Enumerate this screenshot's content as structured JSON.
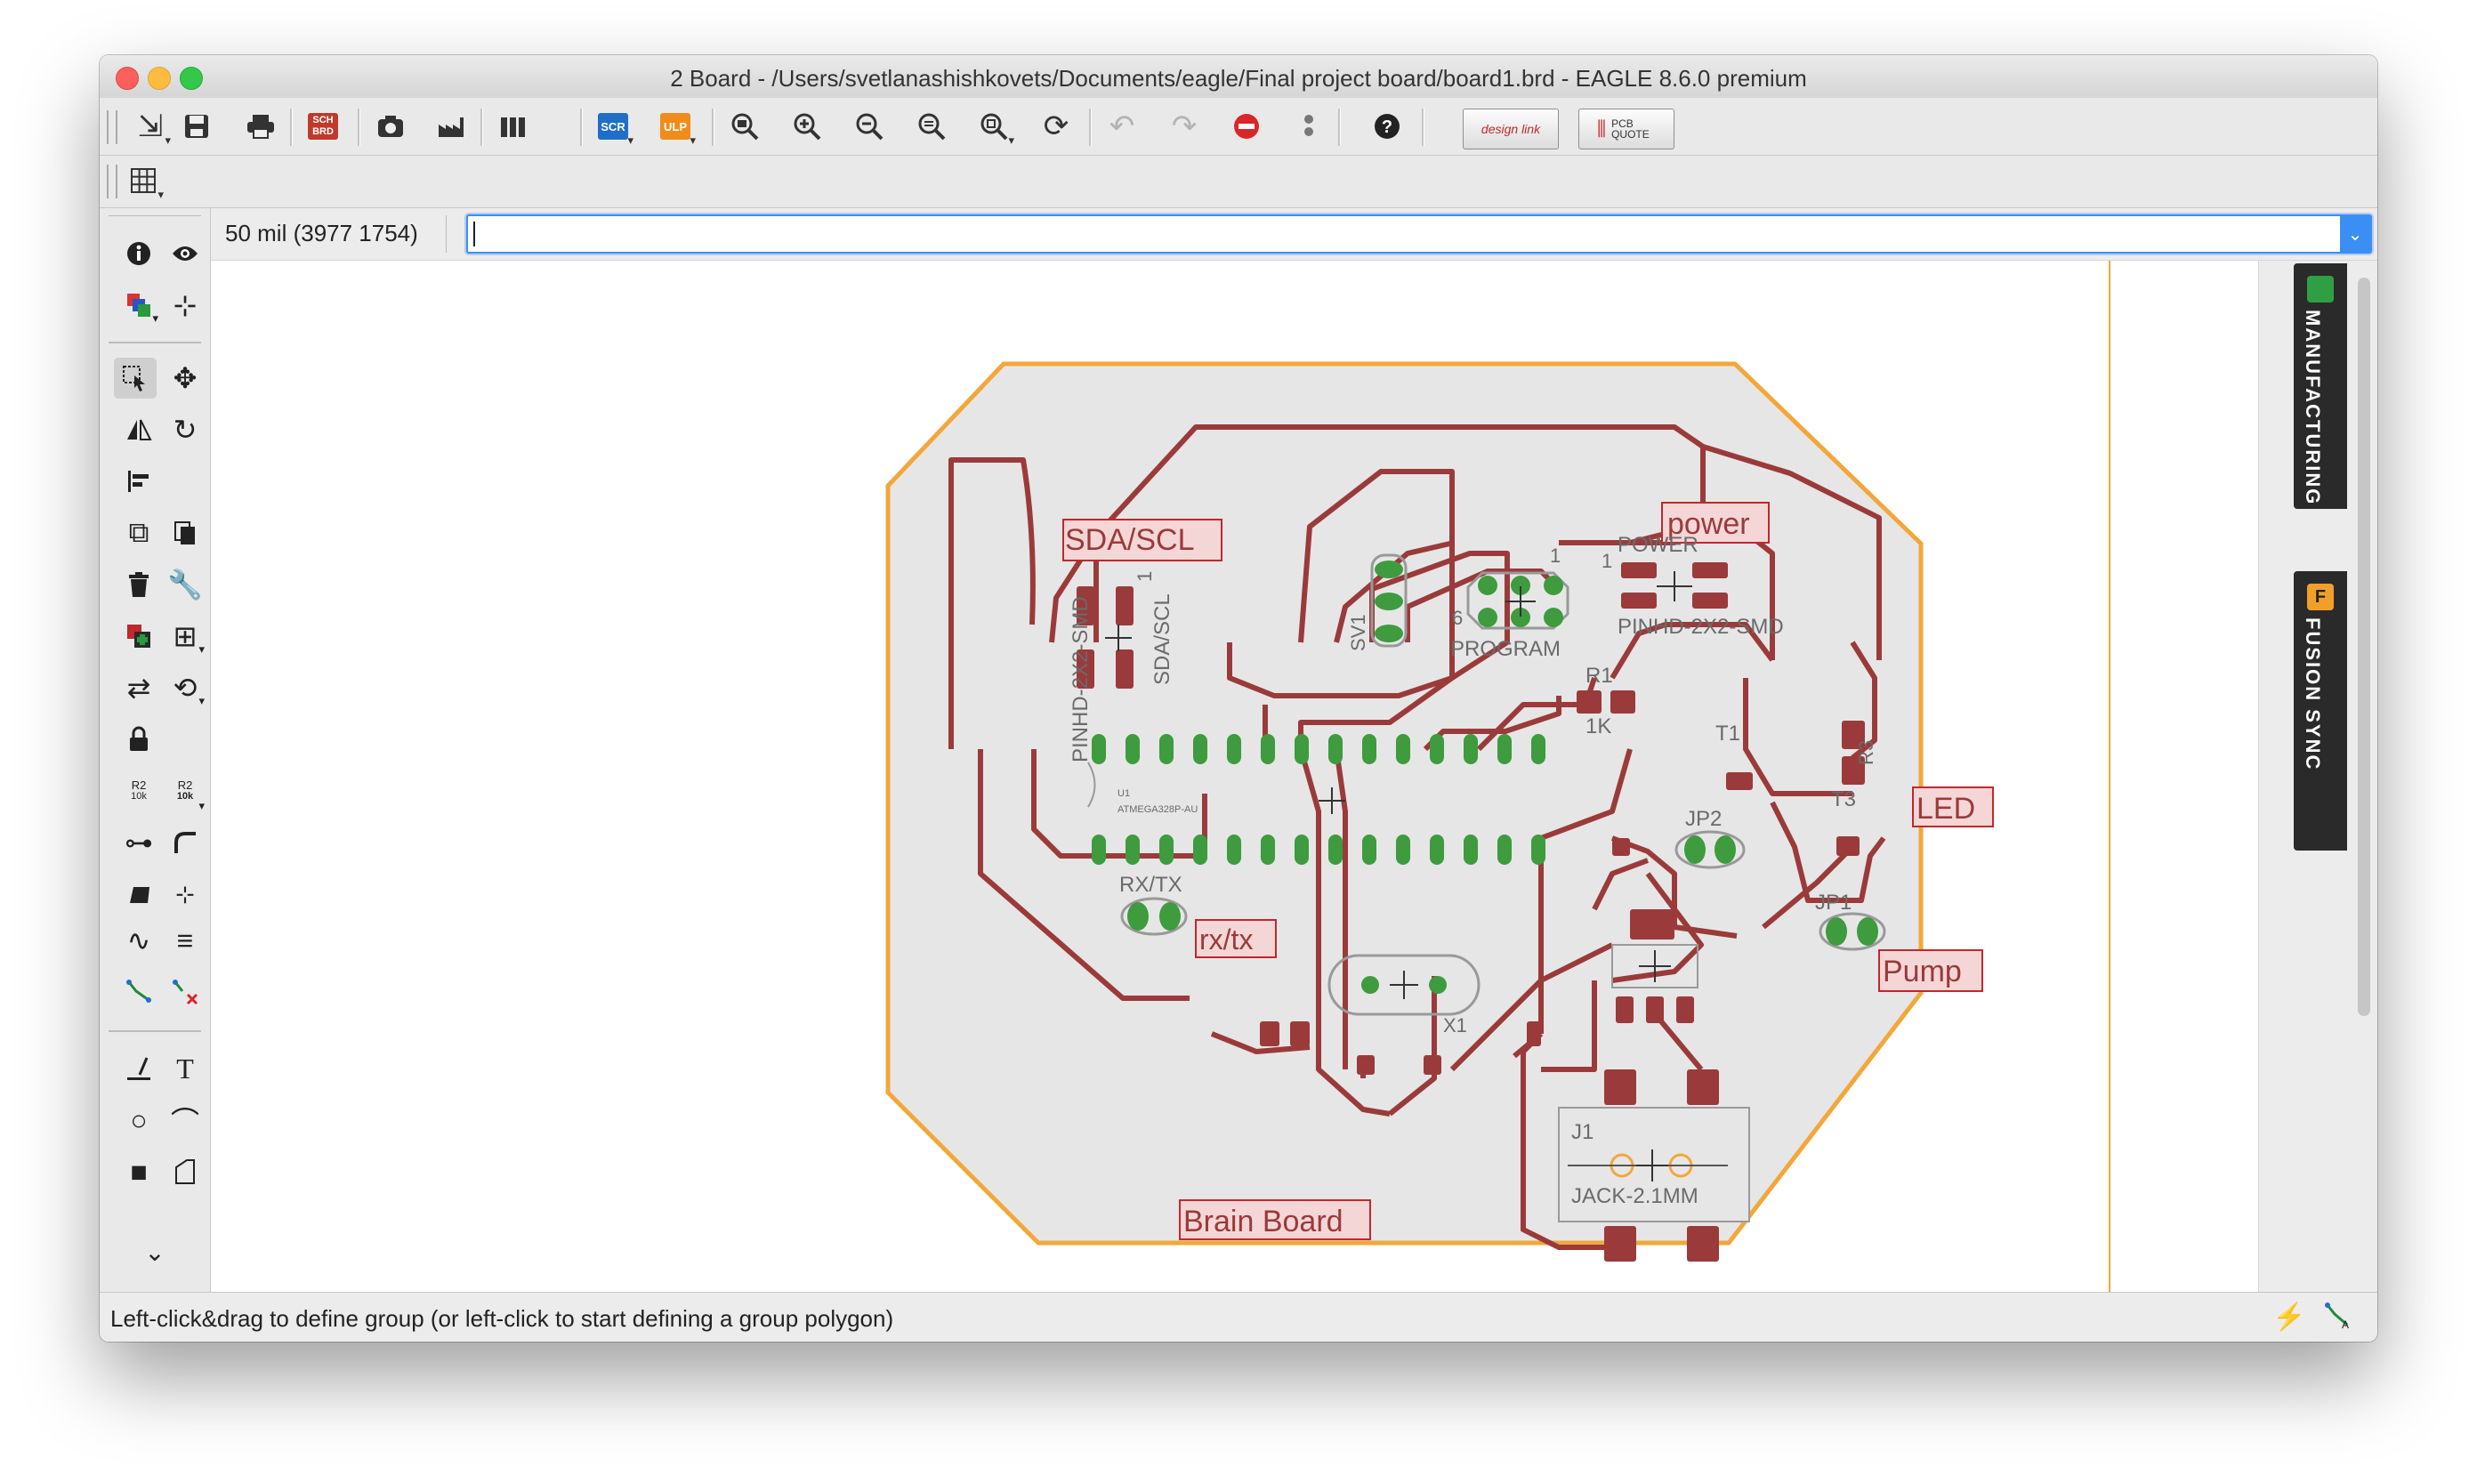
{
  "window": {
    "title": "2 Board - /Users/svetlanashishkovets/Documents/eagle/Final project board/board1.brd - EAGLE 8.6.0 premium"
  },
  "toolbar": {
    "items": [
      {
        "name": "open-icon"
      },
      {
        "name": "save-icon"
      },
      {
        "name": "print-icon"
      },
      {
        "name": "sch-brd-switch-icon",
        "label": "SCH\nBRD"
      },
      {
        "name": "cam-processor-icon"
      },
      {
        "name": "manufacturing-icon"
      },
      {
        "name": "layers-icon"
      },
      {
        "name": "script-icon",
        "label": "SCR"
      },
      {
        "name": "ulp-icon",
        "label": "ULP"
      },
      {
        "name": "zoom-fit-icon"
      },
      {
        "name": "zoom-in-icon"
      },
      {
        "name": "zoom-out-icon"
      },
      {
        "name": "zoom-previous-icon"
      },
      {
        "name": "zoom-select-icon"
      },
      {
        "name": "redraw-icon"
      },
      {
        "name": "undo-icon"
      },
      {
        "name": "redo-icon"
      },
      {
        "name": "stop-icon"
      },
      {
        "name": "go-icon"
      },
      {
        "name": "help-icon"
      }
    ],
    "design_link": "design link",
    "pcb_quote": "PCB QUOTE"
  },
  "command": {
    "coordinates": "50 mil (3977 1754)",
    "input_value": ""
  },
  "board": {
    "labels": {
      "sda_scl": "SDA/SCL",
      "power": "power",
      "power_small": "POWER",
      "pinhd_smd_right": "PINHD-2X2-SMD",
      "pinhd_smd_left": "PINHD-2X2-SMD",
      "sda_scl_vertical": "SDA/SCL",
      "sv1": "SV1",
      "program": "PROGRAM",
      "pin1_a": "1",
      "pin1_b": "1",
      "pin1_c": "1",
      "pin6": "6",
      "r1": "R1",
      "r1_value": "1K",
      "t1": "T1",
      "t3": "T3",
      "r3": "R3",
      "led": "LED",
      "jp2": "JP2",
      "jp1": "JP1",
      "pump": "Pump",
      "rx_tx": "RX/TX",
      "rx_tx_small": "rx/tx",
      "u1": "U1",
      "u1_part": "ATMEGA328P-AU",
      "x1": "X1",
      "j1": "J1",
      "jack": "JACK-2.1MM",
      "brain_board": "Brain Board"
    }
  },
  "side_tabs": {
    "manufacturing": "MANUFACTURING",
    "fusion_sync": "FUSION SYNC"
  },
  "status": {
    "text": "Left-click&drag to define group (or left-click to start defining a group polygon)"
  },
  "colors": {
    "trace": "#9b3a3a",
    "pad": "#3e9b3e",
    "outline": "#f3a73b",
    "board_fill": "#e6e6e6",
    "accent": "#3b8ef3"
  }
}
